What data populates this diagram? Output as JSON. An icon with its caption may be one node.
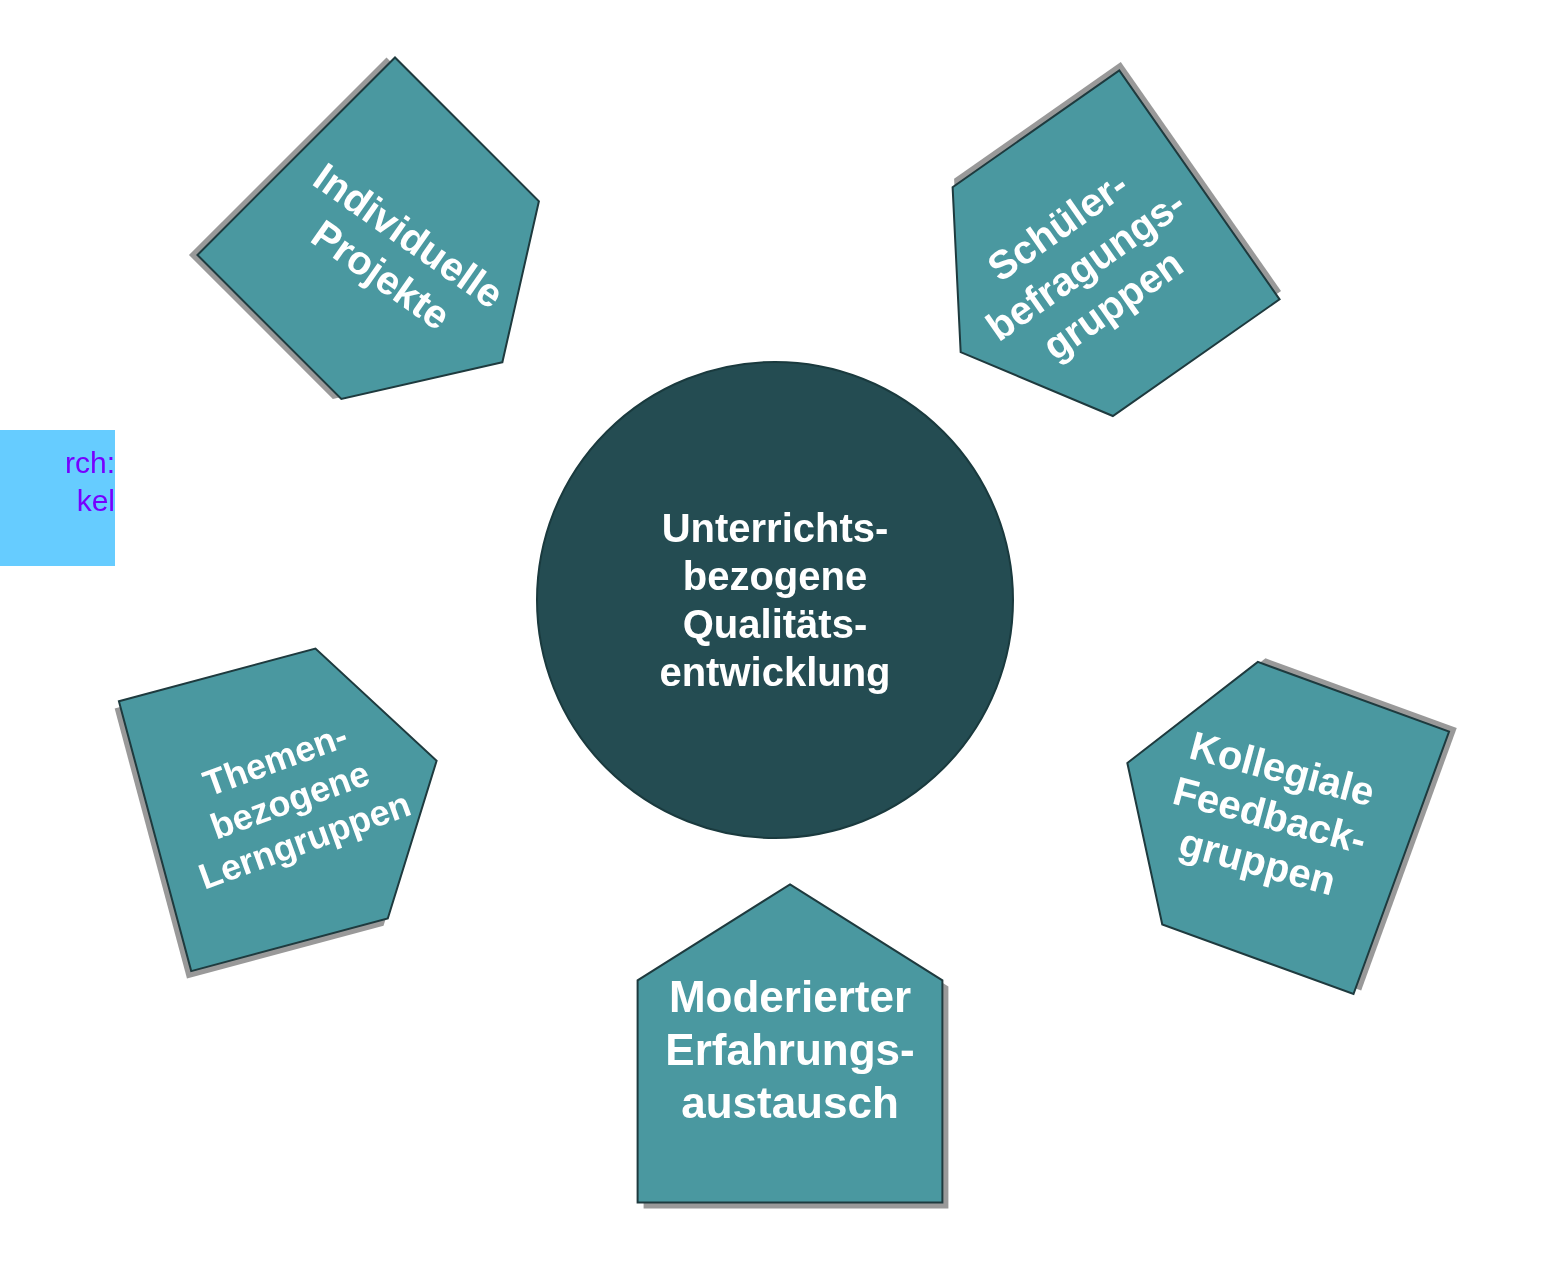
{
  "diagram": {
    "nodes": [
      {
        "text": [
          "Individuelle Projekte"
        ]
      },
      {
        "text": [
          "Schüler- befragungs- gruppen"
        ]
      },
      {
        "text": [
          "rch: kel"
        ]
      },
      {
        "text": [
          "Unterrichts- bezogene Qualitäts- entwicklung"
        ]
      },
      {
        "text": [
          "Themen- bezogene Lerngruppen"
        ]
      },
      {
        "text": [
          "Kollegiale Feedback- gruppen"
        ]
      },
      {
        "text": [
          "Moderierter Erfahrungs- austausch"
        ]
      }
    ]
  }
}
